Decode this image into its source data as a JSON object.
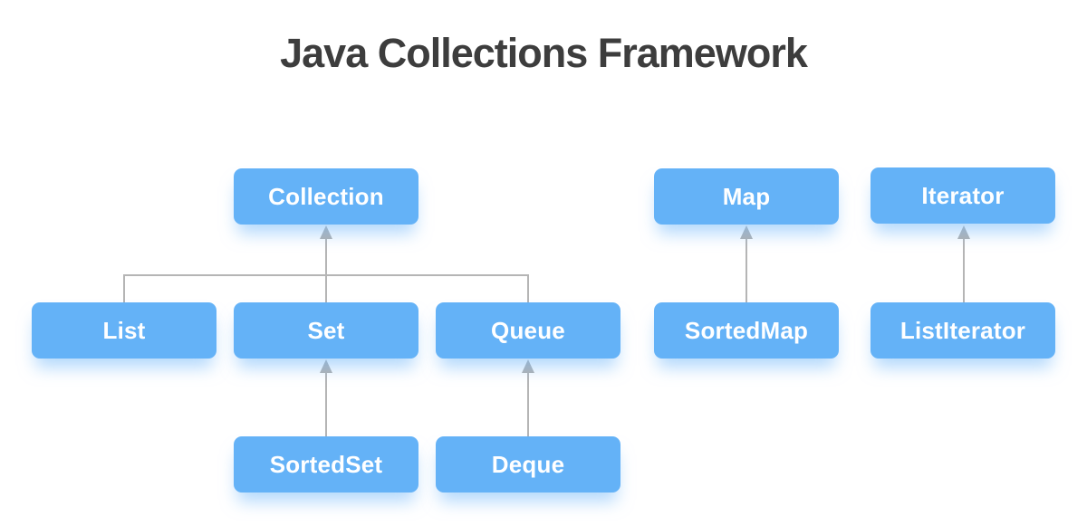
{
  "title": "Java Collections Framework",
  "diagram": {
    "boxes": [
      {
        "id": "collection",
        "label": "Collection"
      },
      {
        "id": "map",
        "label": "Map"
      },
      {
        "id": "iterator",
        "label": "Iterator"
      },
      {
        "id": "list",
        "label": "List"
      },
      {
        "id": "set",
        "label": "Set"
      },
      {
        "id": "queue",
        "label": "Queue"
      },
      {
        "id": "sortedmap",
        "label": "SortedMap"
      },
      {
        "id": "listiterator",
        "label": "ListIterator"
      },
      {
        "id": "sortedset",
        "label": "SortedSet"
      },
      {
        "id": "deque",
        "label": "Deque"
      }
    ],
    "relations": [
      {
        "from": "List",
        "to": "Collection"
      },
      {
        "from": "Set",
        "to": "Collection"
      },
      {
        "from": "Queue",
        "to": "Collection"
      },
      {
        "from": "SortedSet",
        "to": "Set"
      },
      {
        "from": "Deque",
        "to": "Queue"
      },
      {
        "from": "SortedMap",
        "to": "Map"
      },
      {
        "from": "ListIterator",
        "to": "Iterator"
      }
    ]
  },
  "colors": {
    "box_fill": "#64b2f7",
    "box_text": "#ffffff",
    "connector": "#b5b5b5",
    "title_text": "#3d3d3d",
    "background": "#ffffff"
  }
}
